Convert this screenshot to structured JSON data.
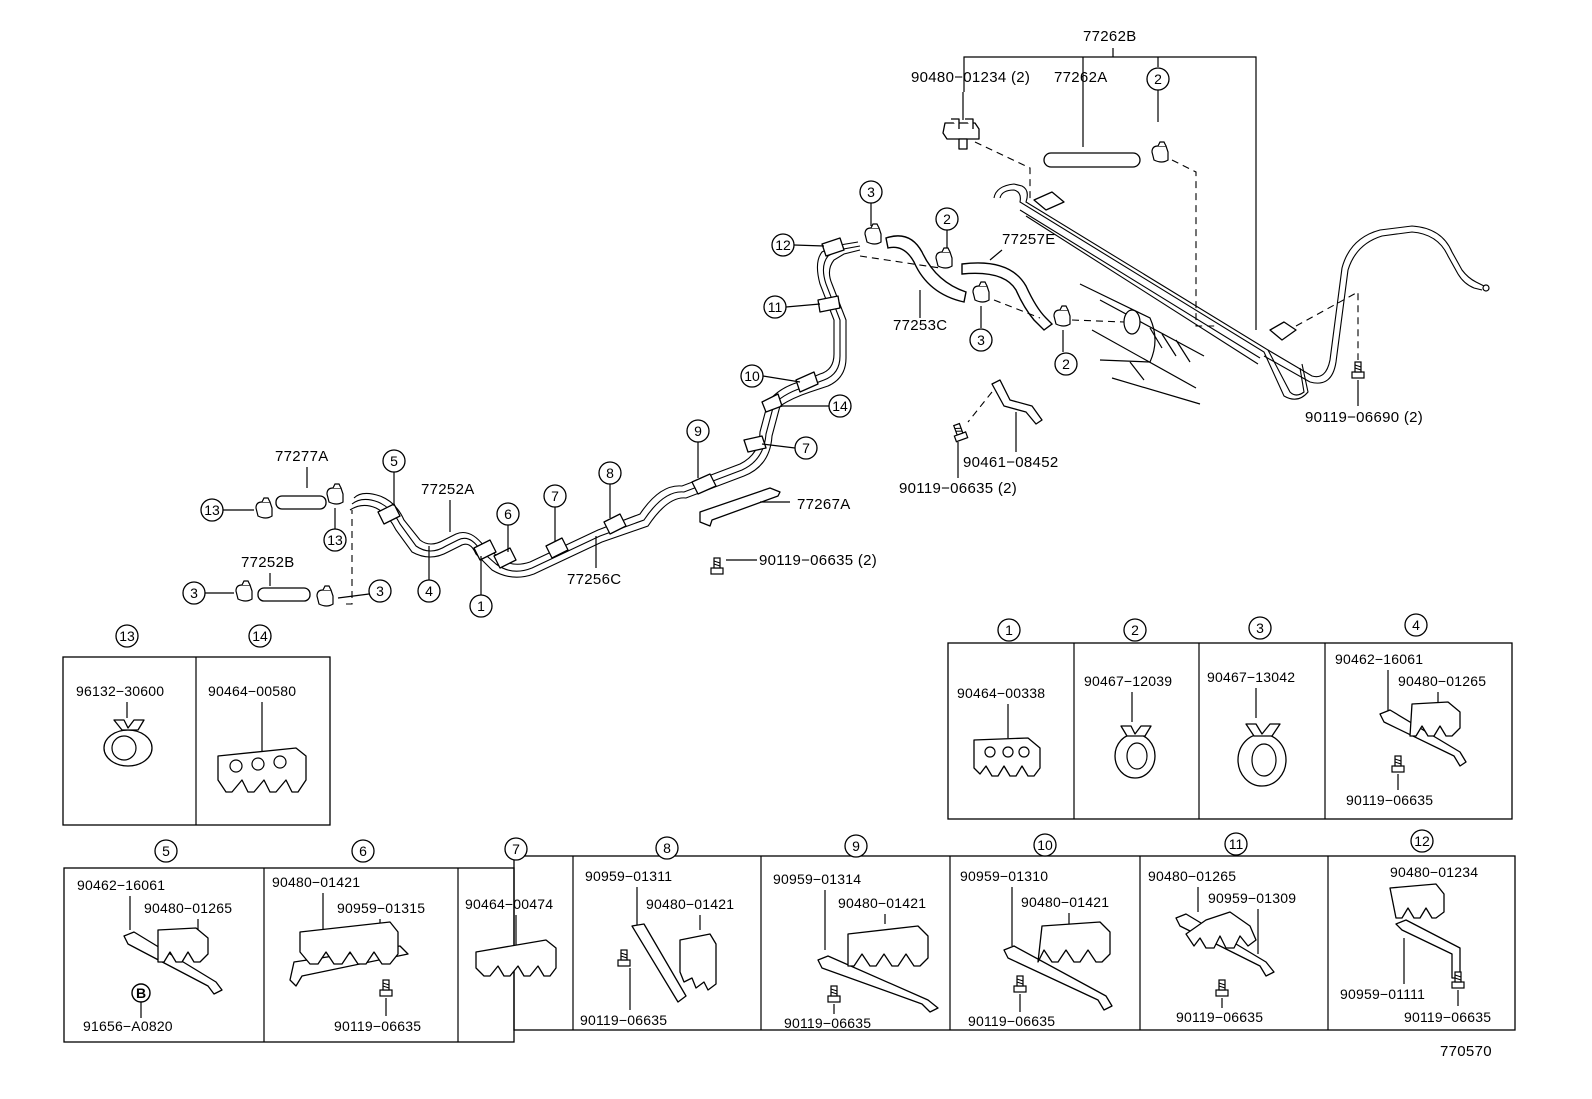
{
  "labels": {
    "l_77262B": "77262B",
    "l_90480_01234_2": "90480−01234 (2)",
    "l_77262A": "77262A",
    "l_77257E": "77257E",
    "l_77253C": "77253C",
    "l_90119_06690_2": "90119−06690 (2)",
    "l_90461_08452": "90461−08452",
    "l_90119_06635_2a": "90119−06635 (2)",
    "l_77277A": "77277A",
    "l_77252A": "77252A",
    "l_77252B": "77252B",
    "l_77256C": "77256C",
    "l_77267A": "77267A",
    "l_90119_06635_2b": "90119−06635 (2)",
    "diagram_code": "770570"
  },
  "callouts": [
    "1",
    "2",
    "3",
    "4",
    "5",
    "6",
    "7",
    "8",
    "9",
    "10",
    "11",
    "12",
    "13",
    "14",
    "B"
  ],
  "legend": {
    "b13": {
      "num": "13",
      "parts": [
        "96132−30600"
      ]
    },
    "b14": {
      "num": "14",
      "parts": [
        "90464−00580"
      ]
    },
    "b1": {
      "num": "1",
      "parts": [
        "90464−00338"
      ]
    },
    "b2": {
      "num": "2",
      "parts": [
        "90467−12039"
      ]
    },
    "b3": {
      "num": "3",
      "parts": [
        "90467−13042"
      ]
    },
    "b4": {
      "num": "4",
      "parts": [
        "90462−16061",
        "90480−01265",
        "90119−06635"
      ]
    },
    "b5": {
      "num": "5",
      "parts": [
        "90462−16061",
        "90480−01265",
        "91656−A0820"
      ]
    },
    "b6": {
      "num": "6",
      "parts": [
        "90480−01421",
        "90959−01315",
        "90119−06635"
      ]
    },
    "b7": {
      "num": "7",
      "parts": [
        "90464−00474"
      ]
    },
    "b8": {
      "num": "8",
      "parts": [
        "90959−01311",
        "90480−01421",
        "90119−06635"
      ]
    },
    "b9": {
      "num": "9",
      "parts": [
        "90959−01314",
        "90480−01421",
        "90119−06635"
      ]
    },
    "b10": {
      "num": "10",
      "parts": [
        "90959−01310",
        "90480−01421",
        "90119−06635"
      ]
    },
    "b11": {
      "num": "11",
      "parts": [
        "90480−01265",
        "90959−01309",
        "90119−06635"
      ]
    },
    "b12": {
      "num": "12",
      "parts": [
        "90480−01234",
        "90959−01111",
        "90119−06635"
      ]
    }
  }
}
